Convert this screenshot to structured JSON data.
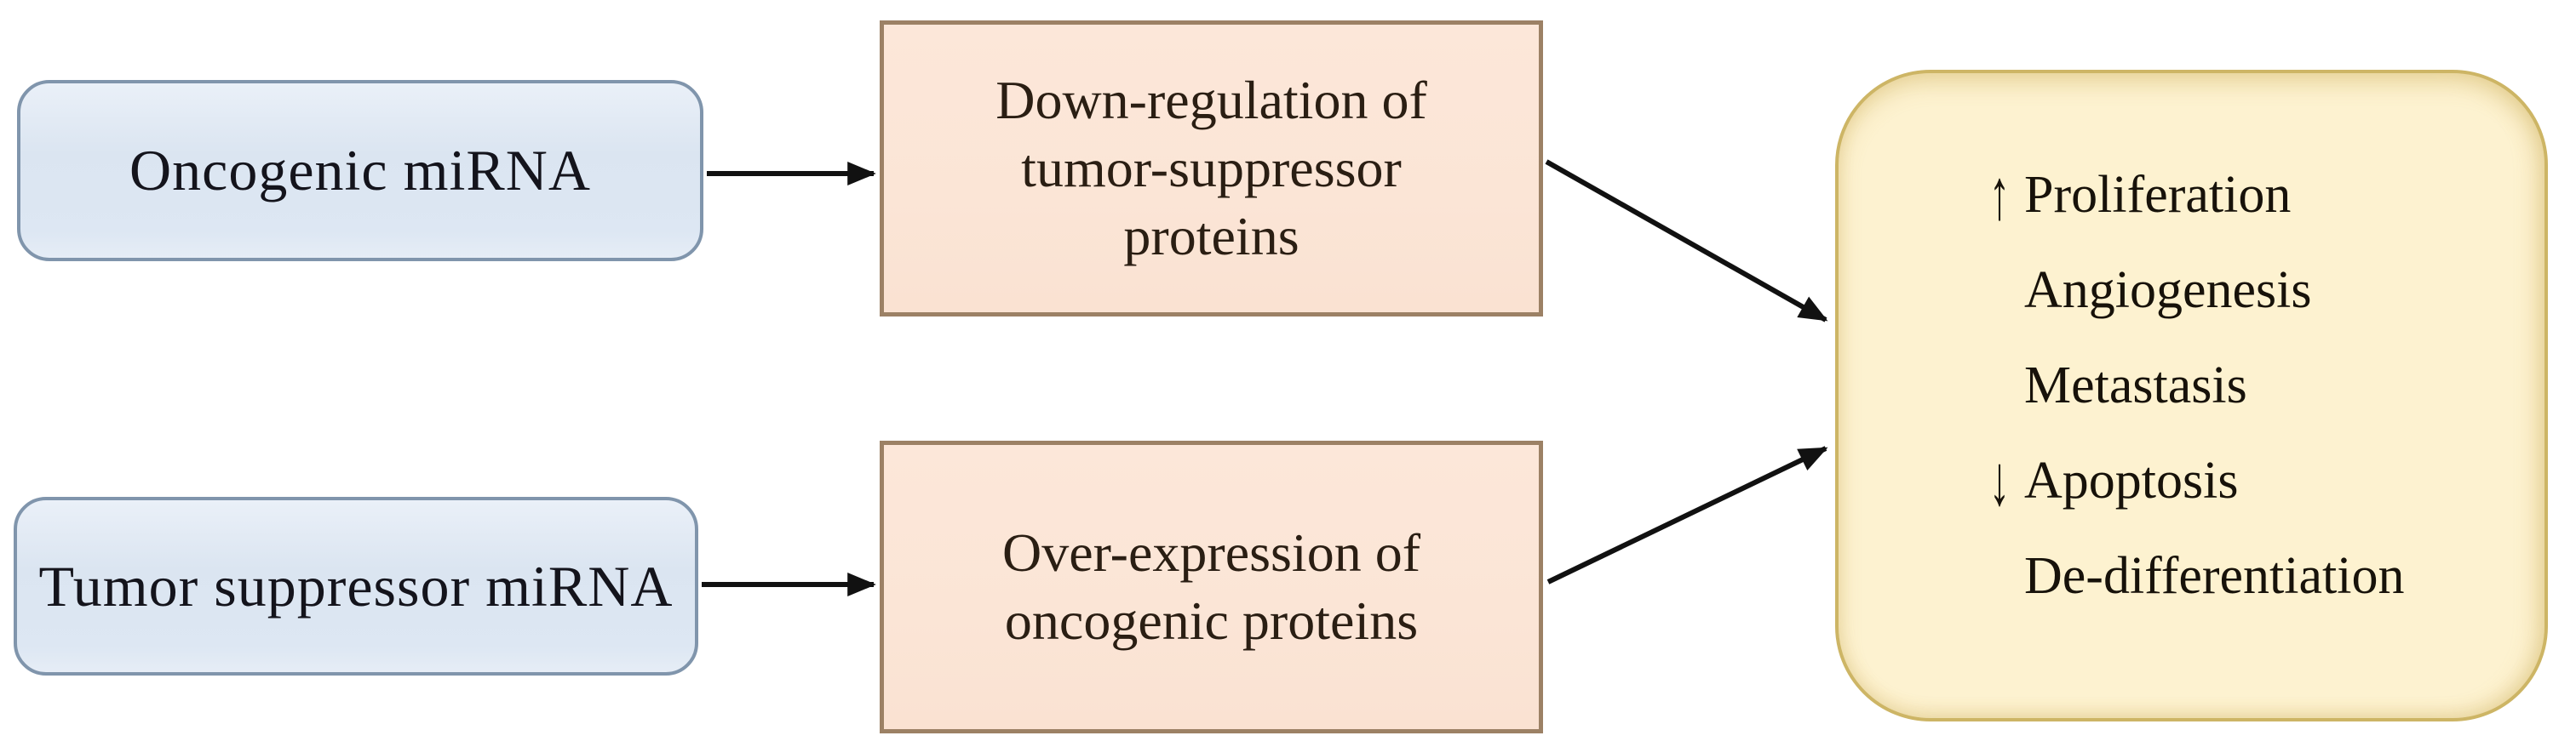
{
  "figure": {
    "type": "flow-diagram",
    "background": "#ffffff",
    "nodes": {
      "oncogenic_mirna": {
        "label": "Oncogenic miRNA"
      },
      "tumor_suppressor_mirna": {
        "label": "Tumor suppressor miRNA"
      },
      "downregulation": {
        "line1": "Down-regulation of",
        "line2": "tumor-suppressor",
        "line3": "proteins"
      },
      "overexpression": {
        "line1": "Over-expression of",
        "line2": "oncogenic proteins"
      },
      "outcomes": {
        "items": [
          {
            "marker": "↑",
            "label": "Proliferation"
          },
          {
            "marker": "",
            "label": "Angiogenesis"
          },
          {
            "marker": "",
            "label": "Metastasis"
          },
          {
            "marker": "↓",
            "label": "Apoptosis"
          },
          {
            "marker": "",
            "label": "De-differentiation"
          }
        ]
      }
    },
    "edges": [
      {
        "from": "oncogenic_mirna",
        "to": "downregulation"
      },
      {
        "from": "tumor_suppressor_mirna",
        "to": "overexpression"
      },
      {
        "from": "downregulation",
        "to": "outcomes"
      },
      {
        "from": "overexpression",
        "to": "outcomes"
      }
    ],
    "colors": {
      "mirna_box_fill": "#dce6f2",
      "mirna_box_border": "#8095ac",
      "protein_box_fill": "#fbe5d6",
      "protein_box_border": "#9c8165",
      "outcome_box_fill": "#fdf2d0",
      "outcome_box_border": "#cdb565",
      "arrow": "#111111",
      "text": "#1a1a1a"
    }
  }
}
